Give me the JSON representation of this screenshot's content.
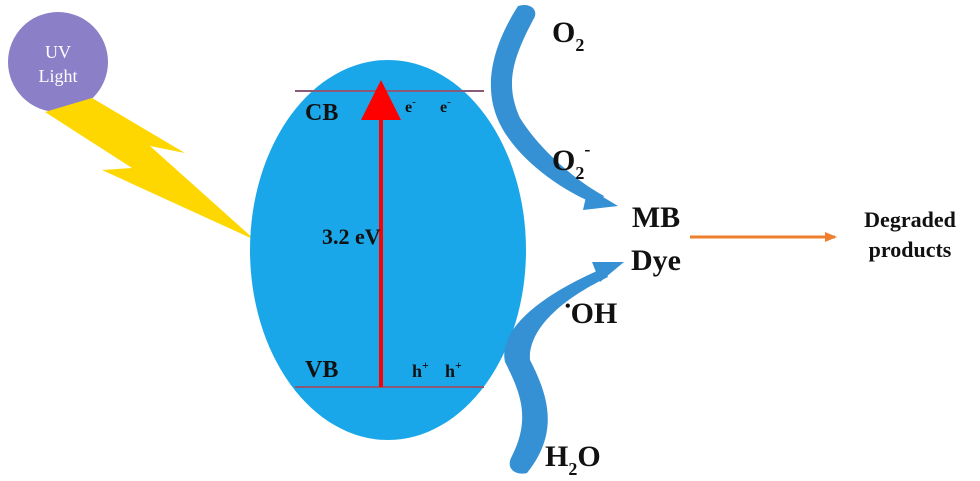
{
  "uv_source": {
    "line1": "UV",
    "line2": "Light"
  },
  "particle": {
    "cb_label": "CB",
    "vb_label": "VB",
    "electron_1": "e",
    "electron_2": "e",
    "electron_sup": "-",
    "hole_1": "h",
    "hole_2": "h",
    "hole_sup": "+",
    "band_gap": "3.2 eV"
  },
  "species": {
    "o2_main": "O",
    "o2_sub": "2",
    "superoxide_main": "O",
    "superoxide_sub": "2",
    "superoxide_sup": "-",
    "hydroxyl_dot": "•",
    "hydroxyl_main": "OH",
    "water_h": "H",
    "water_sub": "2",
    "water_o": "O"
  },
  "target": {
    "line1": "MB",
    "line2": "Dye"
  },
  "products": {
    "line1": "Degraded",
    "line2": "products"
  },
  "colors": {
    "particle": "#1aa7ea",
    "band_line": "#8a5a78",
    "excitation_arrow": "#ff0000",
    "flow_arrow": "#3591d3",
    "uv_circle": "#8b7fc8",
    "lightning": "#ffd700",
    "product_arrow": "#ee7f2d"
  }
}
